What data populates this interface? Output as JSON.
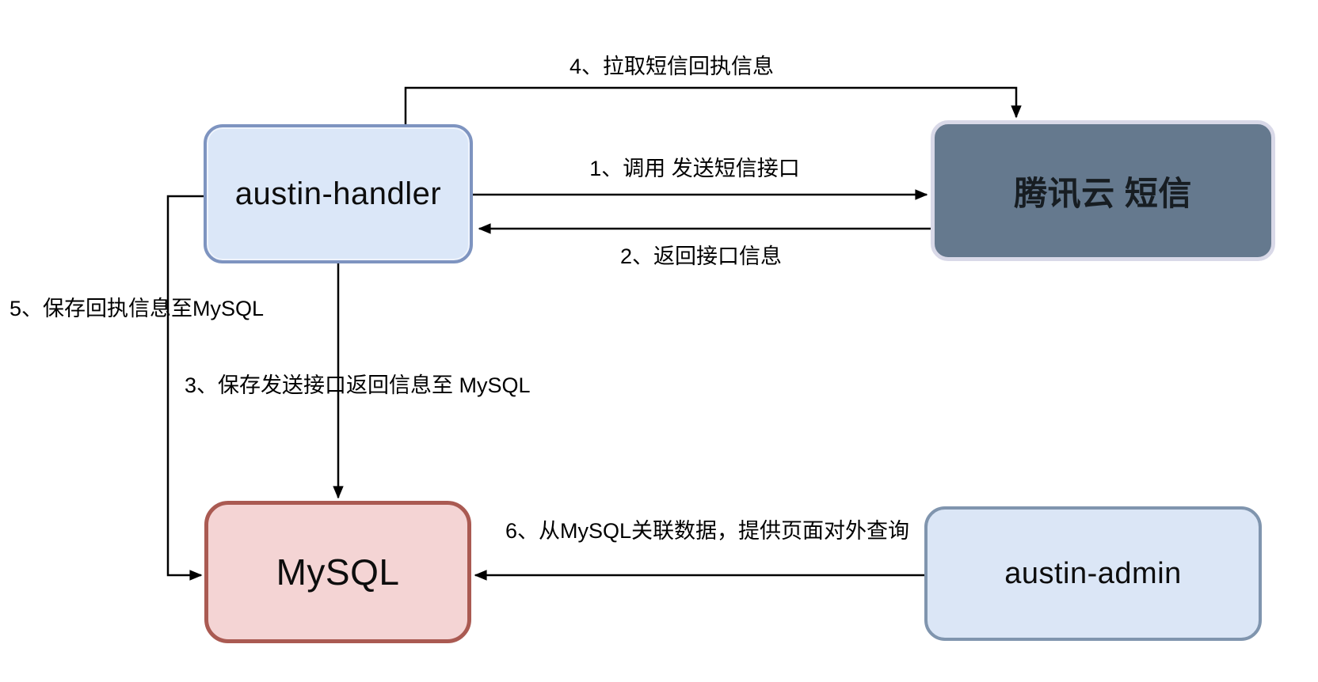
{
  "diagram": {
    "description": "austin SMS sending architecture flow diagram",
    "colors": {
      "background": "#ffffff",
      "node_blue_fill": "#dbe7f8",
      "node_blue_border": "#7e94c0",
      "node_slate_fill": "#65798e",
      "node_slate_border": "#d9d9e8",
      "node_red_fill": "#f4d4d4",
      "node_red_border": "#aa5a52",
      "arrow": "#000000"
    },
    "nodes": [
      {
        "id": "austin-handler",
        "label": "austin-handler"
      },
      {
        "id": "tencent-cloud-sms",
        "label": "腾讯云 短信"
      },
      {
        "id": "mysql",
        "label": "MySQL"
      },
      {
        "id": "austin-admin",
        "label": "austin-admin"
      }
    ],
    "edges": [
      {
        "id": "1",
        "from": "austin-handler",
        "to": "tencent-cloud-sms",
        "label": "1、调用 发送短信接口"
      },
      {
        "id": "2",
        "from": "tencent-cloud-sms",
        "to": "austin-handler",
        "label": "2、返回接口信息"
      },
      {
        "id": "3",
        "from": "austin-handler",
        "to": "mysql",
        "label": "3、保存发送接口返回信息至 MySQL"
      },
      {
        "id": "4",
        "from": "austin-handler",
        "to": "tencent-cloud-sms",
        "label": "4、拉取短信回执信息"
      },
      {
        "id": "5",
        "from": "austin-handler",
        "to": "mysql",
        "label": "5、保存回执信息至MySQL"
      },
      {
        "id": "6",
        "from": "austin-admin",
        "to": "mysql",
        "label": "6、从MySQL关联数据，提供页面对外查询"
      }
    ]
  }
}
